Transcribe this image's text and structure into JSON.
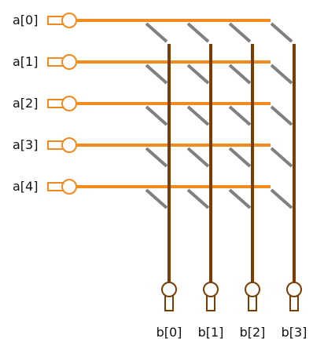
{
  "inputs": [
    "a[0]",
    "a[1]",
    "a[2]",
    "a[3]",
    "a[4]"
  ],
  "outputs": [
    "b[0]",
    "b[1]",
    "b[2]",
    "b[3]"
  ],
  "colors": {
    "input_wire": "#f28a1d",
    "output_wire": "#7a3e05",
    "switch": "#808080",
    "background": "#ffffff"
  }
}
